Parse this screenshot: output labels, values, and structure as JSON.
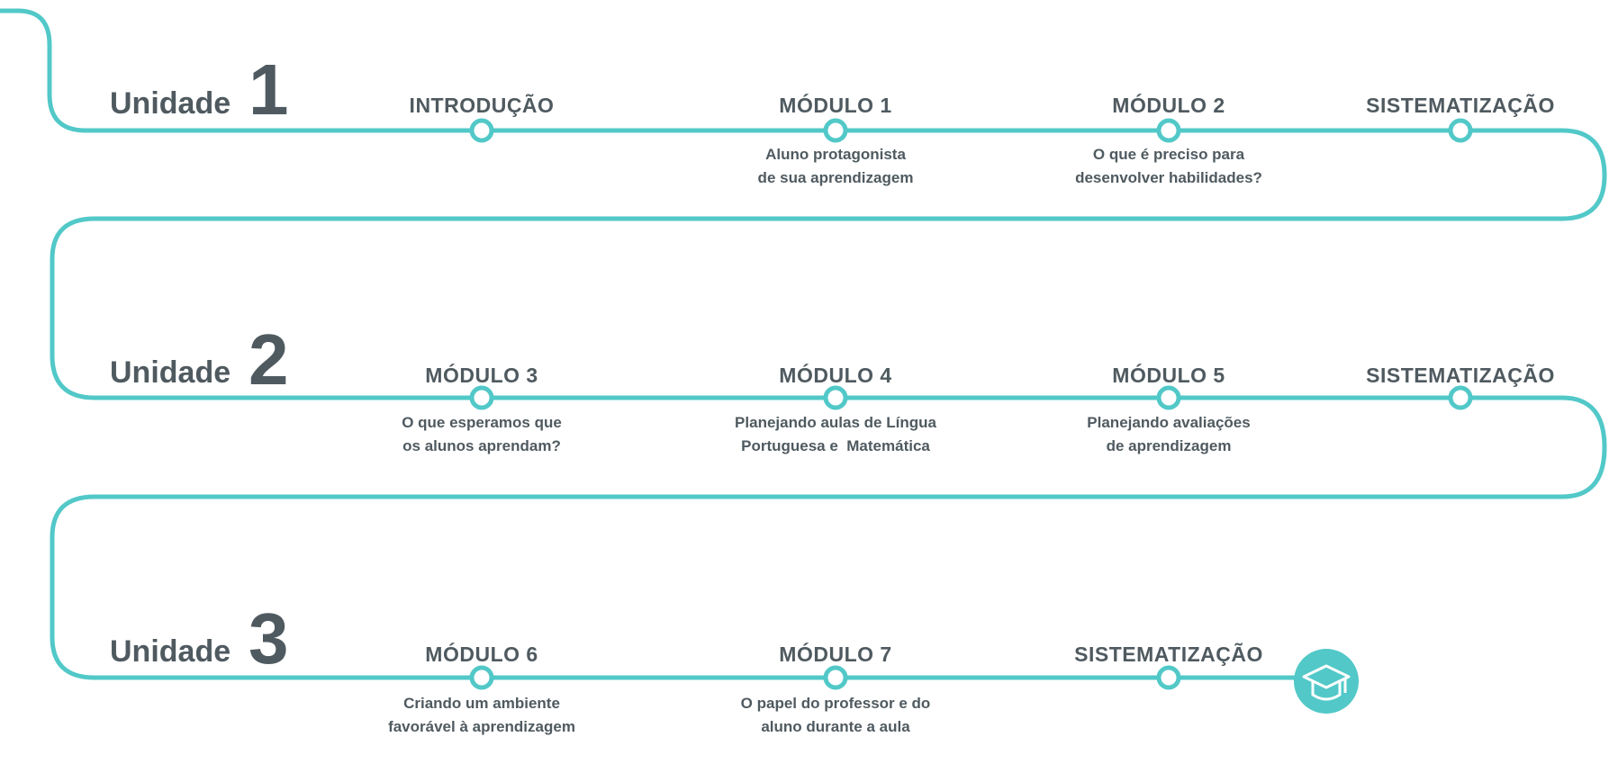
{
  "colors": {
    "track": "#52c8c8",
    "text": "#4f5a60",
    "node_fill": "#ffffff",
    "badge": "#52c8c8"
  },
  "units": [
    {
      "word": "Unidade",
      "number": "1",
      "stages": [
        {
          "title": "INTRODUÇÃO",
          "desc1": "",
          "desc2": ""
        },
        {
          "title": "MÓDULO 1",
          "desc1": "Aluno protagonista",
          "desc2": "de sua aprendizagem"
        },
        {
          "title": "MÓDULO 2",
          "desc1": "O que é preciso para",
          "desc2": "desenvolver habilidades?"
        },
        {
          "title": "SISTEMATIZAÇÃO",
          "desc1": "",
          "desc2": ""
        }
      ]
    },
    {
      "word": "Unidade",
      "number": "2",
      "stages": [
        {
          "title": "MÓDULO 3",
          "desc1": "O que esperamos que",
          "desc2": "os alunos aprendam?"
        },
        {
          "title": "MÓDULO 4",
          "desc1": "Planejando aulas de Língua",
          "desc2": "Portuguesa e  Matemática"
        },
        {
          "title": "MÓDULO 5",
          "desc1": "Planejando avaliações",
          "desc2": "de aprendizagem"
        },
        {
          "title": "SISTEMATIZAÇÃO",
          "desc1": "",
          "desc2": ""
        }
      ]
    },
    {
      "word": "Unidade",
      "number": "3",
      "stages": [
        {
          "title": "MÓDULO 6",
          "desc1": "Criando um ambiente",
          "desc2": "favorável à aprendizagem"
        },
        {
          "title": "MÓDULO 7",
          "desc1": "O papel do professor e do",
          "desc2": "aluno durante a aula"
        },
        {
          "title": "SISTEMATIZAÇÃO",
          "desc1": "",
          "desc2": ""
        }
      ]
    }
  ],
  "final_icon": "graduation-cap-icon"
}
